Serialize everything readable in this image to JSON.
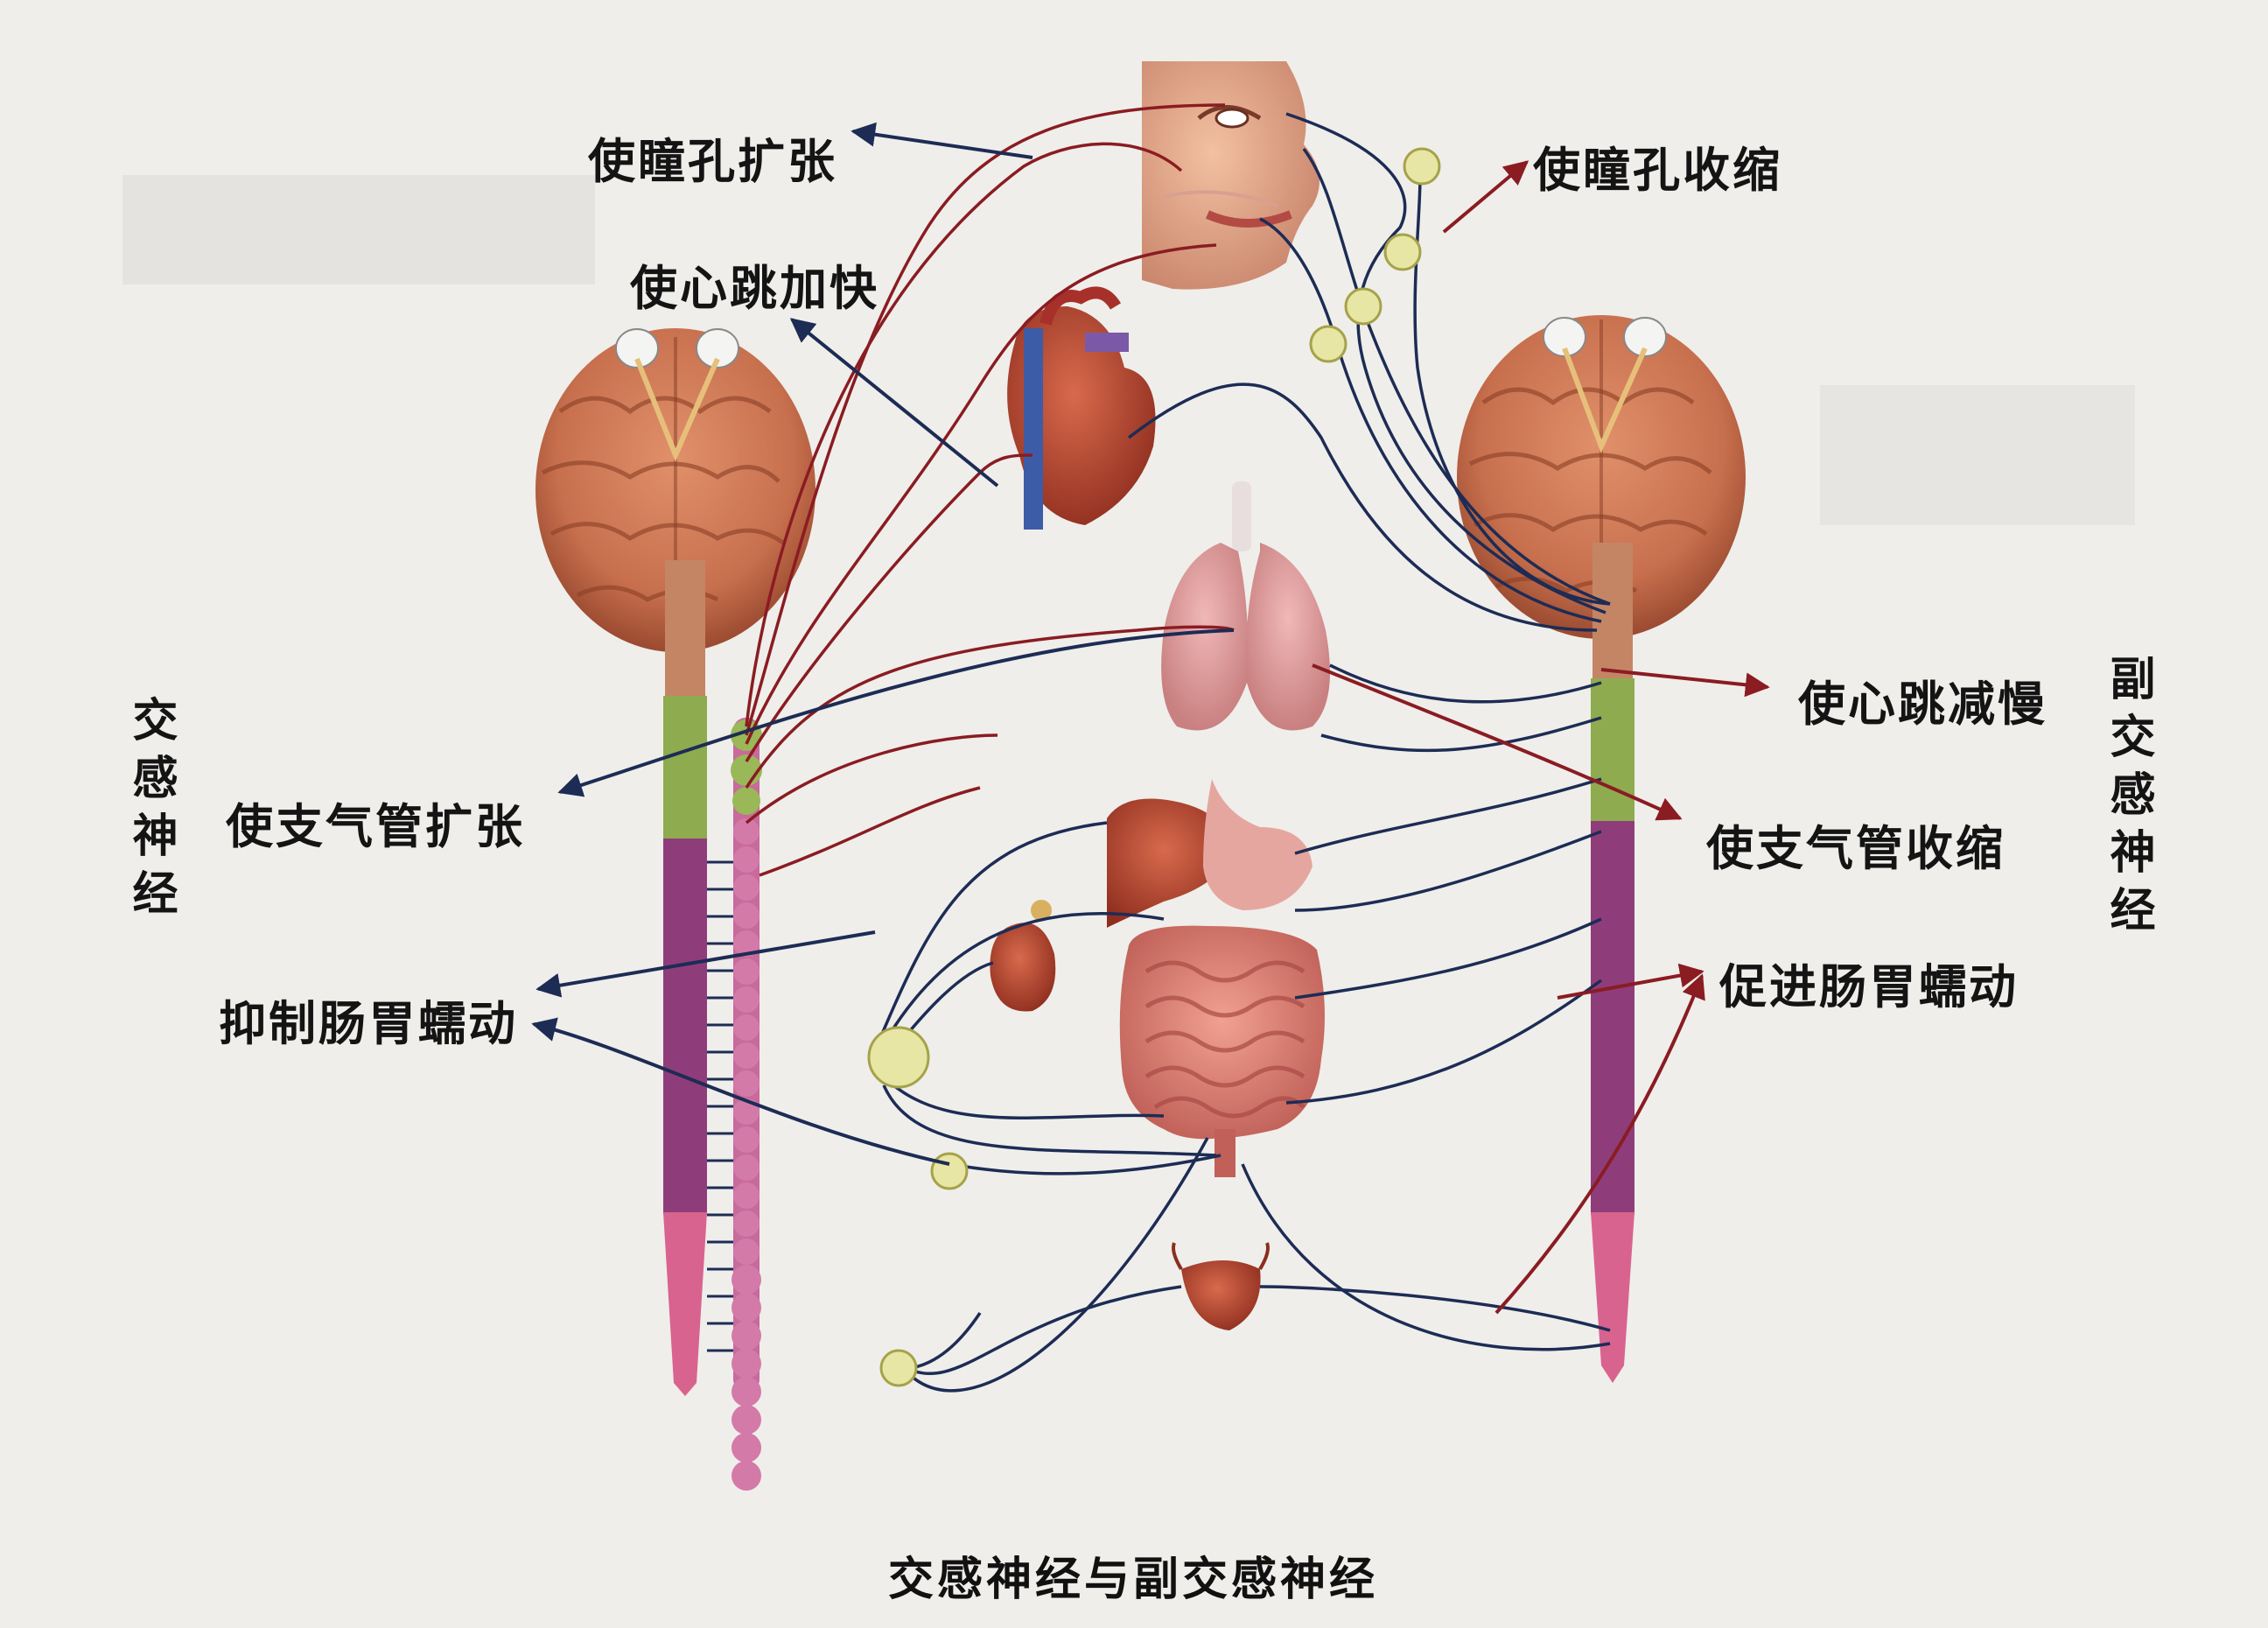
{
  "colors": {
    "background": "#efeeea",
    "sympathetic_fiber": "#8a1c22",
    "parasympathetic_fiber": "#1d2c55",
    "brain": "#c8704e",
    "spinal_cervical": "#8fab4f",
    "spinal_thoracic": "#8f3d7a",
    "spinal_sacral": "#d9638f",
    "sympathetic_chain": "#c86a9c",
    "ganglion": "#e7e6a4"
  },
  "labels": {
    "pupil_dilate": "使瞳孔扩张",
    "heart_faster": "使心跳加快",
    "bronchi_dilate": "使支气管扩张",
    "gut_inhibit": "抑制肠胃蠕动",
    "pupil_constrict": "使瞳孔收缩",
    "heart_slower": "使心跳减慢",
    "bronchi_constrict": "使支气管收缩",
    "gut_promote": "促进肠胃蠕动"
  },
  "side_titles": {
    "sympathetic": "交感神经",
    "parasympathetic": "副交感神经"
  },
  "caption": "交感神经与副交感神经",
  "organ_icons": [
    "face-icon",
    "brain-icon",
    "spinal-cord-icon",
    "heart-icon",
    "lungs-icon",
    "liver-icon",
    "stomach-icon",
    "kidney-icon",
    "intestine-icon",
    "bladder-icon",
    "ganglion-icon"
  ]
}
